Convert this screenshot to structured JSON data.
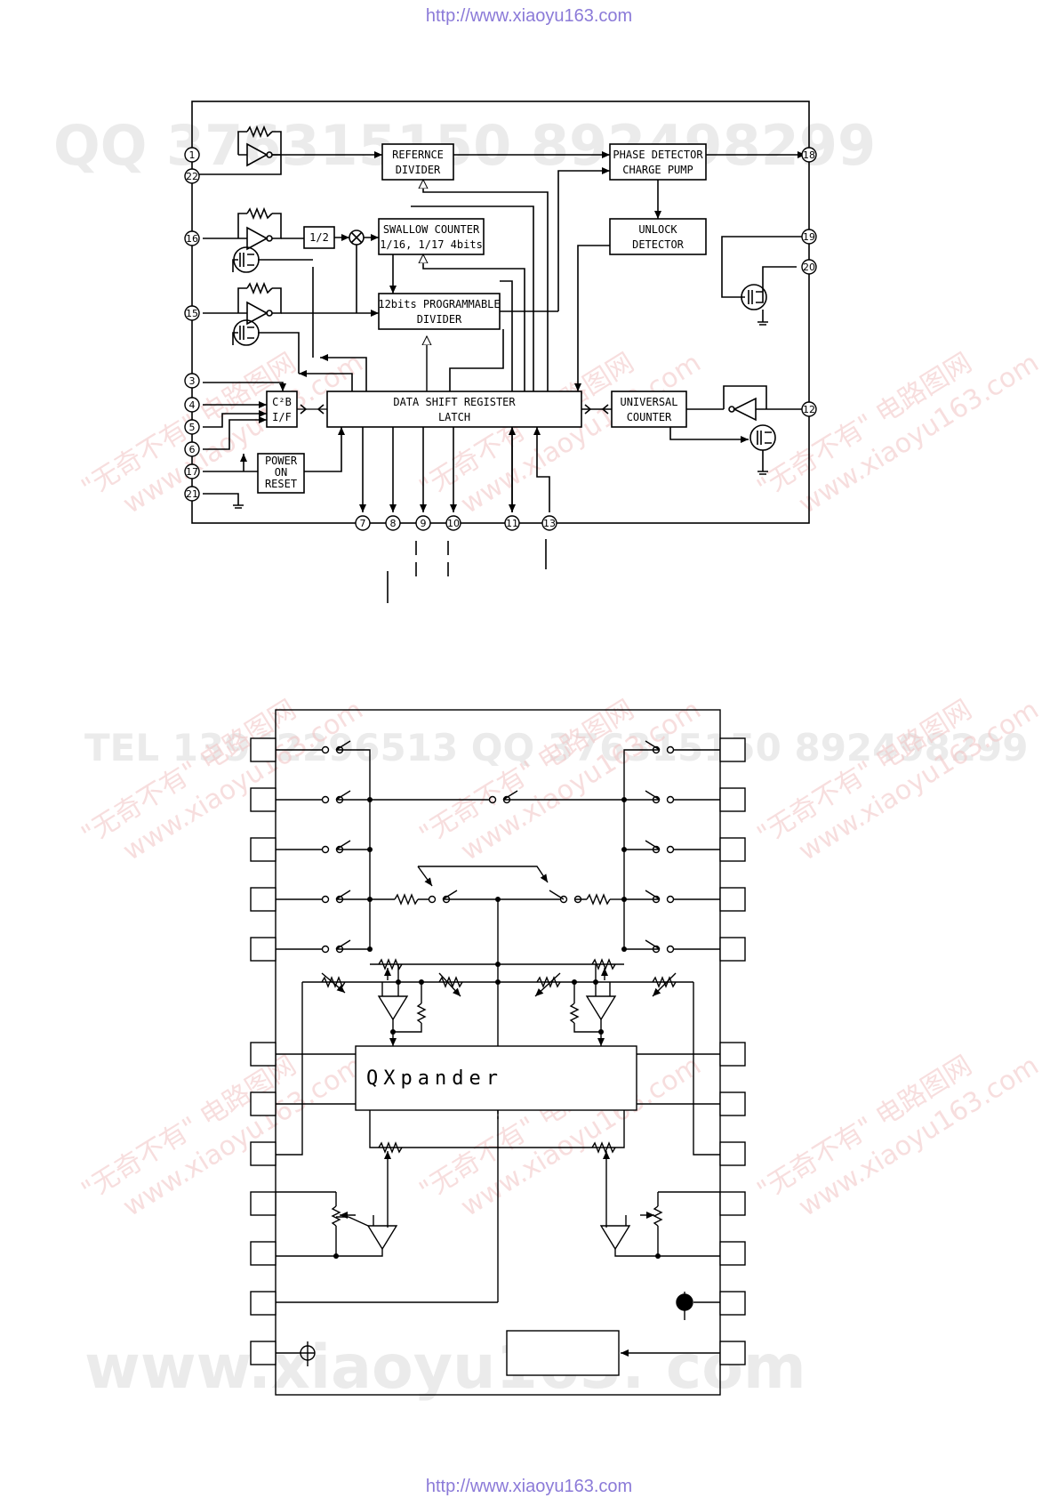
{
  "header": {
    "url": "http://www.xiaoyu163.com"
  },
  "footer": {
    "url": "http://www.xiaoyu163.com"
  },
  "watermarks": {
    "qq": "QQ 376315150   892498299",
    "tel": "TEL 13942296513  QQ 376315150  892498299",
    "site": "www.xiaoyu163.com",
    "slogan": "\"无奇不有\" 电路图网",
    "slogan_site": "www.xiaoyu163.com",
    "bottom": "www.xiaoyu163. com"
  },
  "pll_diagram": {
    "blocks": {
      "ref_divider": [
        "REFERNCE",
        "DIVIDER"
      ],
      "phase_detector": [
        "PHASE DETECTOR",
        "CHARGE PUMP"
      ],
      "unlock_detector": [
        "UNLOCK",
        "DETECTOR"
      ],
      "swallow_counter": [
        "SWALLOW COUNTER",
        "1/16, 1/17 4bits"
      ],
      "prog_divider": [
        "12bits PROGRAMMABLE",
        "DIVIDER"
      ],
      "half_divider": "1/2",
      "shift_register": [
        "DATA SHIFT REGISTER",
        "LATCH"
      ],
      "c2b_if": [
        "C²B",
        "I/F"
      ],
      "universal_counter": [
        "UNIVERSAL",
        "COUNTER"
      ],
      "power_on_reset": [
        "POWER",
        "ON",
        "RESET"
      ]
    },
    "pins": {
      "left": [
        "1",
        "22",
        "16",
        "15",
        "3",
        "4",
        "5",
        "6",
        "17",
        "21"
      ],
      "right": [
        "18",
        "19",
        "20",
        "12"
      ],
      "bottom": [
        "7",
        "8",
        "9",
        "10",
        "11",
        "13"
      ]
    }
  },
  "qxpander_diagram": {
    "label": "QXpander"
  }
}
